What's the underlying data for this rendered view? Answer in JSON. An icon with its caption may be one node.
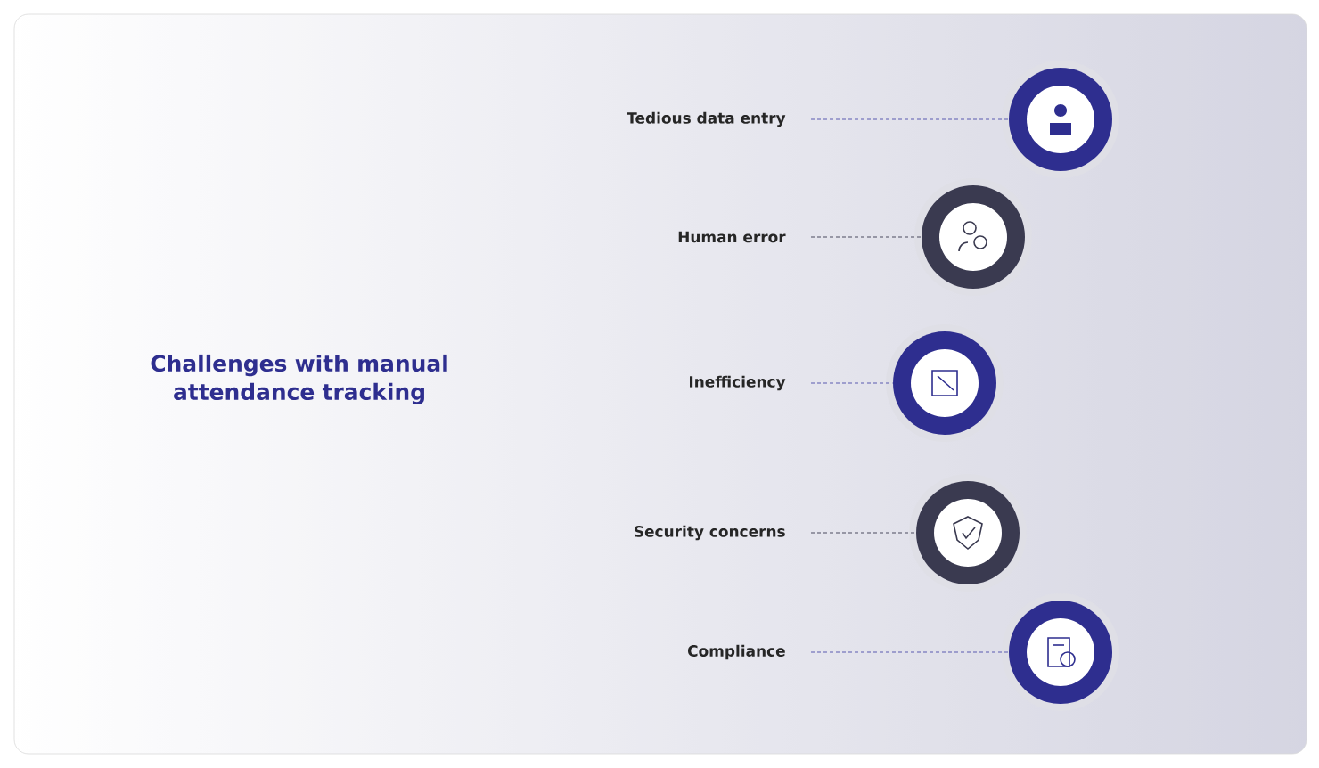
{
  "diagram": {
    "title": "Challenges with manual attendance tracking",
    "nodes": [
      {
        "text": [
          "Tedious data entry"
        ]
      },
      {
        "text": [
          "Human error"
        ]
      },
      {
        "text": [
          "Inefficiency"
        ]
      },
      {
        "text": [
          "Security concerns"
        ]
      },
      {
        "text": [
          "Compliance"
        ]
      },
      {
        "text": [],
        "shape": "circle"
      },
      {
        "text": [],
        "shape": "circle"
      },
      {
        "text": [],
        "shape": "circle"
      },
      {
        "text": [],
        "shape": "circle"
      },
      {
        "text": [],
        "shape": "circle"
      }
    ],
    "edges": [
      {
        "from": 0,
        "to": 5,
        "arrow": "none",
        "style": "dashed"
      },
      {
        "from": 1,
        "to": 6,
        "arrow": "none",
        "style": "dashed",
        "color": "#4a4a5e"
      },
      {
        "from": 2,
        "to": 7,
        "arrow": "none",
        "style": "dashed"
      },
      {
        "from": 3,
        "to": 8,
        "arrow": "none",
        "style": "dashed",
        "color": "#4a4a5e"
      },
      {
        "from": 4,
        "to": 9,
        "arrow": "none",
        "style": "dashed"
      }
    ]
  }
}
